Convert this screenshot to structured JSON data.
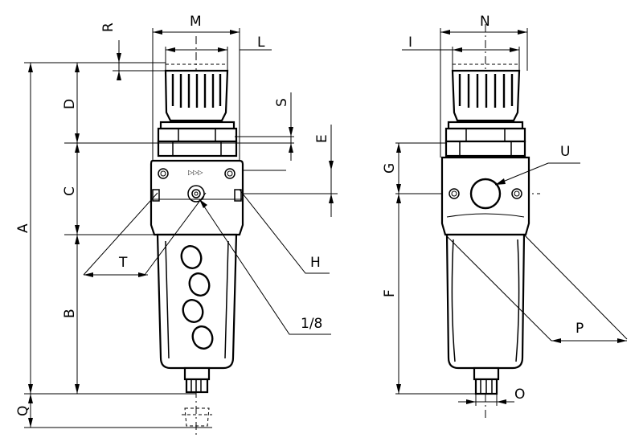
{
  "drawing": {
    "labels": {
      "A": "A",
      "B": "B",
      "C": "C",
      "D": "D",
      "E": "E",
      "F": "F",
      "G": "G",
      "H": "H",
      "I": "I",
      "L": "L",
      "M": "M",
      "N": "N",
      "O": "O",
      "P": "P",
      "Q": "Q",
      "R": "R",
      "S": "S",
      "T": "T",
      "U": "U",
      "port": "1/8"
    }
  }
}
